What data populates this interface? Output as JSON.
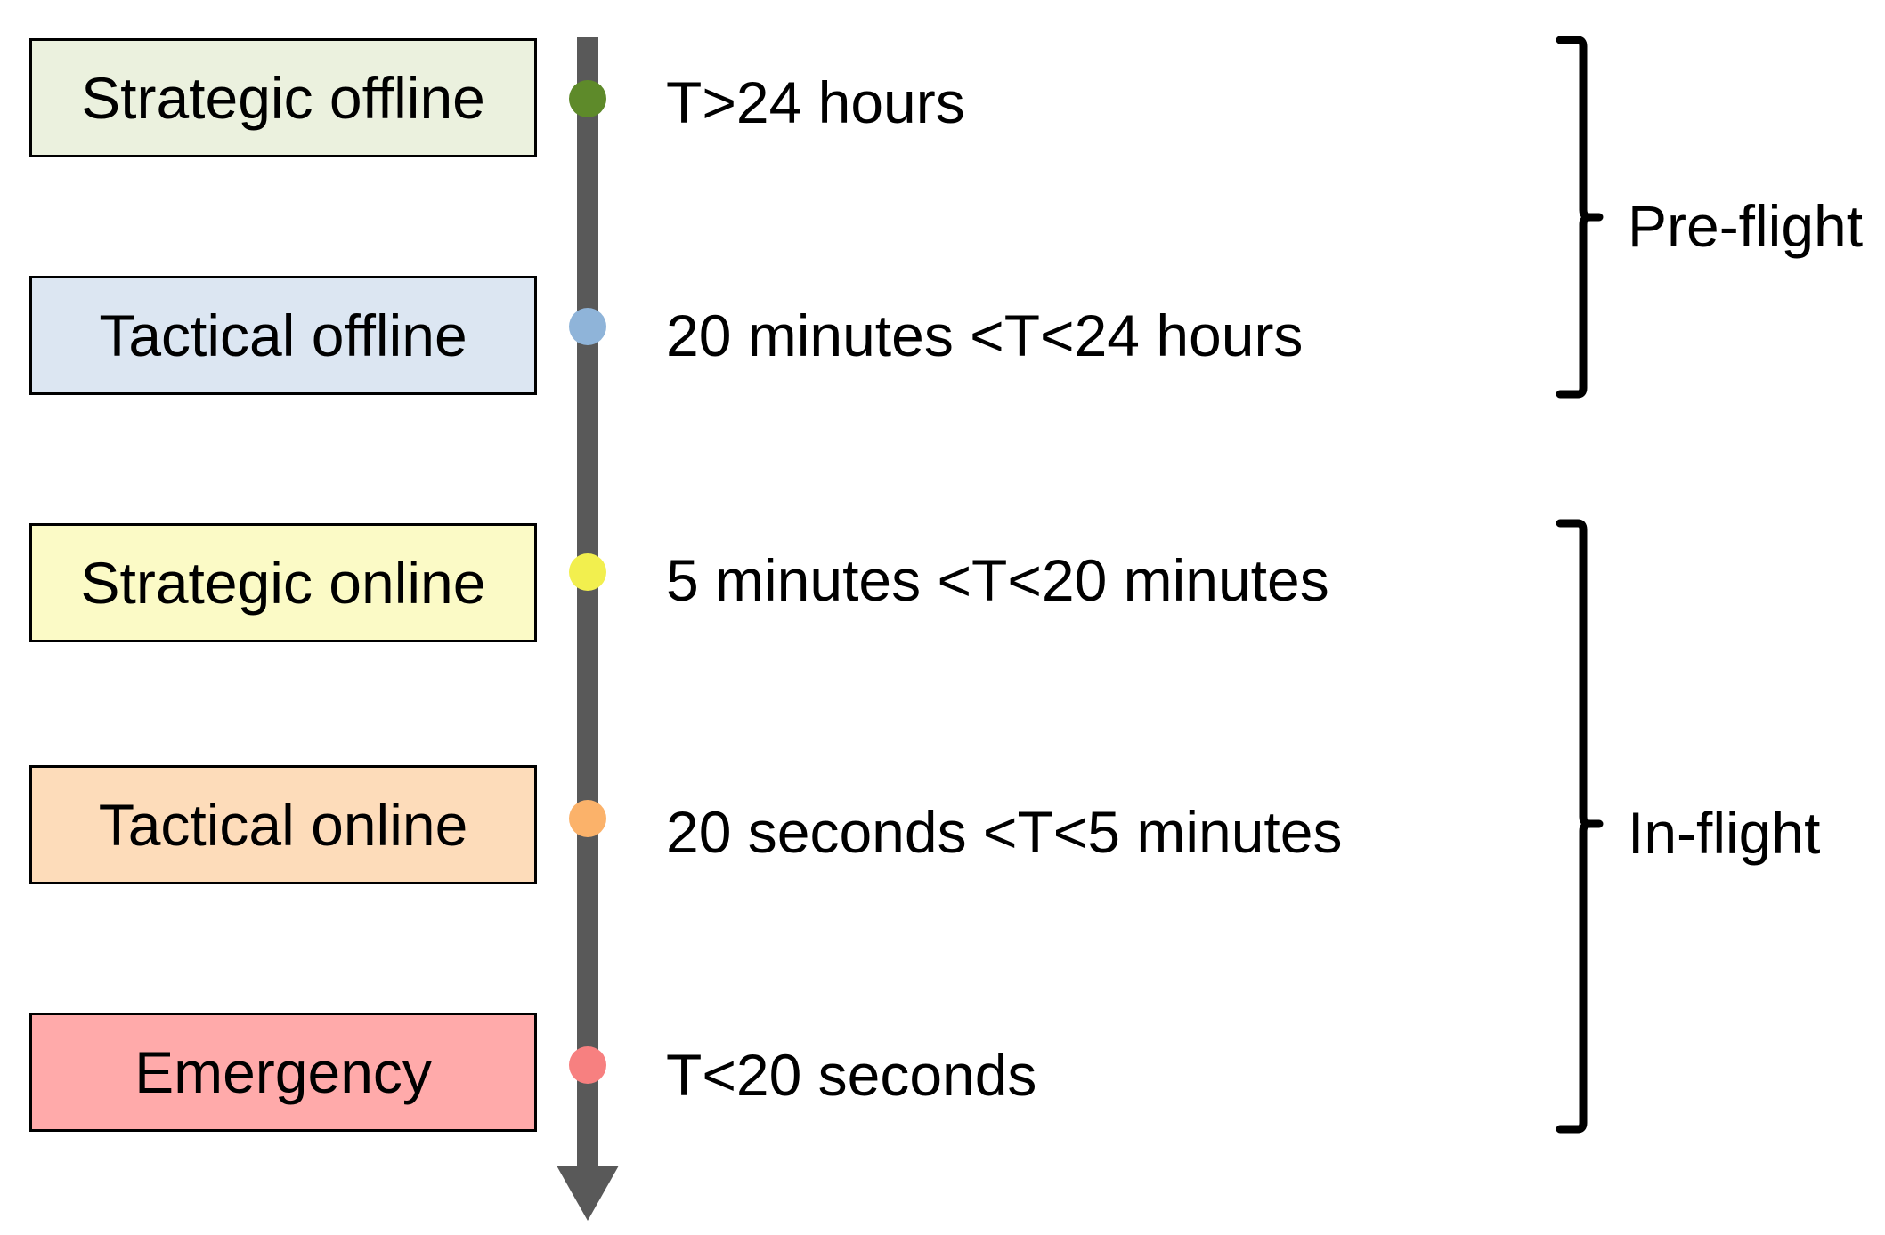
{
  "phases": [
    {
      "name": "Strategic offline",
      "time": "T>24 hours",
      "color": "#ebf1de",
      "dot": "#5e8a2a"
    },
    {
      "name": "Tactical offline",
      "time": "20 minutes <T<24 hours",
      "color": "#dce6f2",
      "dot": "#8fb4d9"
    },
    {
      "name": "Strategic online",
      "time": "5 minutes <T<20 minutes",
      "color": "#fbfac6",
      "dot": "#f2ef4e"
    },
    {
      "name": "Tactical online",
      "time": "20 seconds <T<5 minutes",
      "color": "#fddcba",
      "dot": "#fbb26a"
    },
    {
      "name": "Emergency",
      "time": "T<20 seconds",
      "color": "#ffaaaa",
      "dot": "#f78080"
    }
  ],
  "groups": [
    {
      "label": "Pre-flight"
    },
    {
      "label": "In-flight"
    }
  ],
  "axis_color": "#595959"
}
